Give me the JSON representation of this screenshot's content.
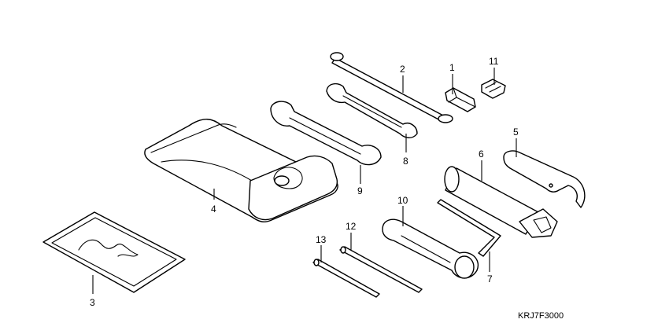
{
  "diagram_code": "KRJ7F3000",
  "callouts": {
    "1": "1",
    "2": "2",
    "3": "3",
    "4": "4",
    "5": "5",
    "6": "6",
    "7": "7",
    "8": "8",
    "9": "9",
    "10": "10",
    "11": "11",
    "12": "12",
    "13": "13"
  }
}
